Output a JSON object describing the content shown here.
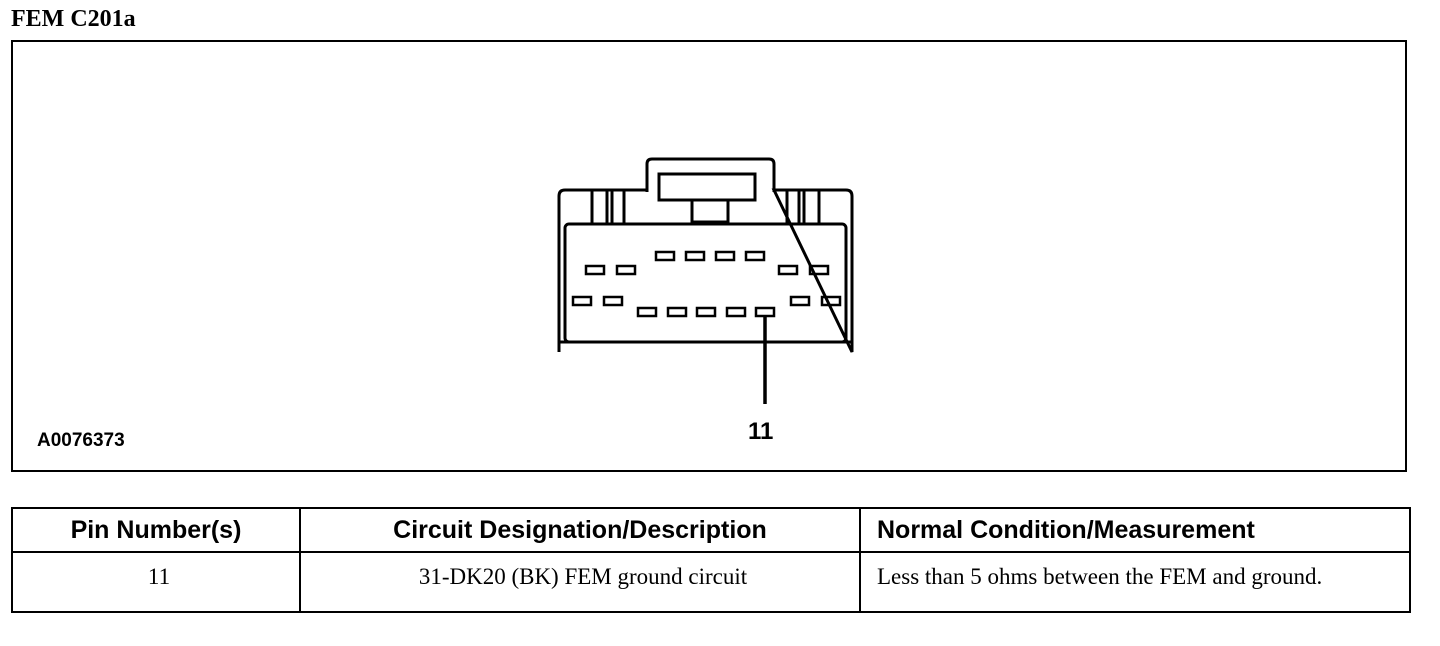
{
  "title": "FEM C201a",
  "figure": {
    "id": "A0076373",
    "callout_pin": "11"
  },
  "table": {
    "headers": [
      "Pin Number(s)",
      "Circuit Designation/Description",
      "Normal Condition/Measurement"
    ],
    "rows": [
      {
        "pin": "11",
        "circuit": "31-DK20 (BK) FEM ground circuit",
        "measurement": "Less than 5 ohms between the FEM and ground."
      }
    ]
  }
}
